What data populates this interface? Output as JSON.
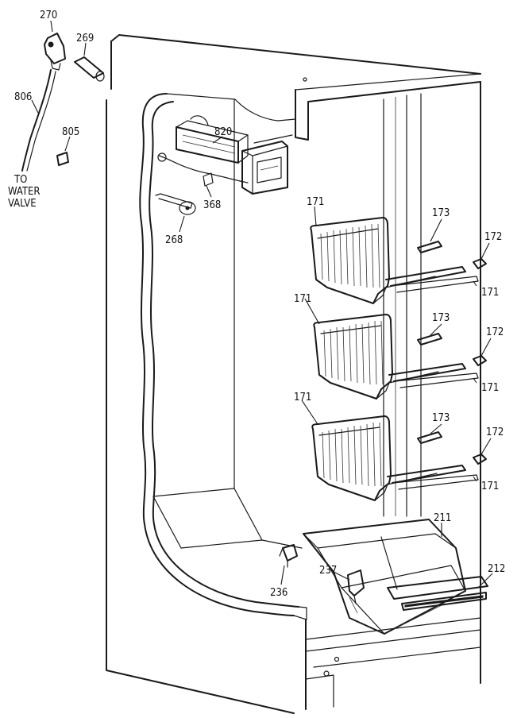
{
  "callouts": {
    "c270": "270",
    "c269": "269",
    "c806": "806",
    "c805": "805",
    "c820": "820",
    "c368": "368",
    "c268": "268",
    "c171a": "171",
    "c171b": "171",
    "c171c": "171",
    "c171d": "171",
    "c171e": "171",
    "c171f": "171",
    "c173a": "173",
    "c173b": "173",
    "c173c": "173",
    "c172a": "172",
    "c172b": "172",
    "c172c": "172",
    "c211": "211",
    "c212": "212",
    "c237": "237",
    "c236": "236"
  },
  "water_note": [
    "TO",
    "WATER",
    "VALVE"
  ]
}
